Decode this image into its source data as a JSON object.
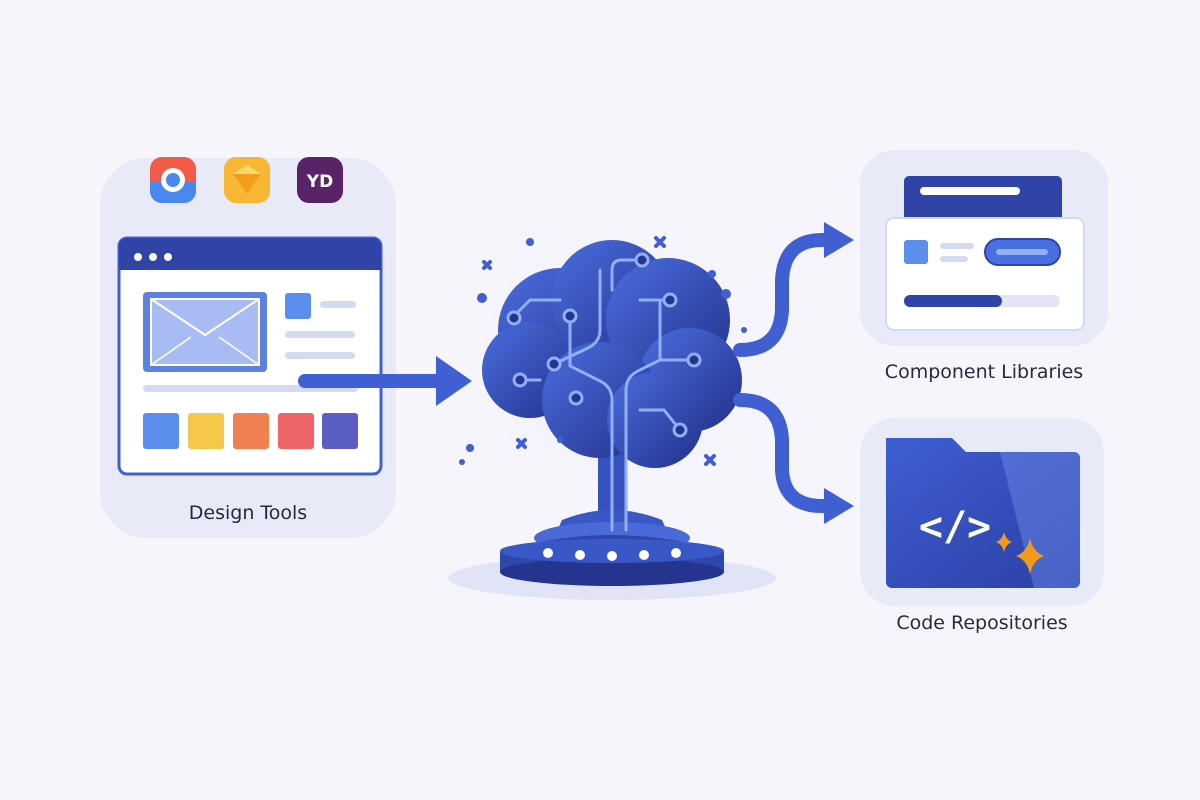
{
  "labels": {
    "design_tools": "Design Tools",
    "component_libraries": "Component Libraries",
    "code_repositories": "Code Repositories",
    "tool_badge_text": "YD",
    "code_symbol": "</>"
  },
  "colors": {
    "background": "#f6f5fb",
    "panel": "#e8eaf8",
    "primary_blue": "#3f5fd2",
    "dark_blue": "#25358f",
    "accent_orange": "#f29a1c",
    "swatch_1": "#5b8ded",
    "swatch_2": "#f5c84a",
    "swatch_3": "#f07f52",
    "swatch_4": "#ef6464",
    "swatch_5": "#5b5fc4"
  },
  "icons": {
    "tool_1": "chrome-like-app-icon",
    "tool_2": "sketch-gem-icon",
    "tool_3": "yd-app-icon",
    "center": "ai-brain-circuit-icon",
    "code": "code-brackets-icon"
  }
}
